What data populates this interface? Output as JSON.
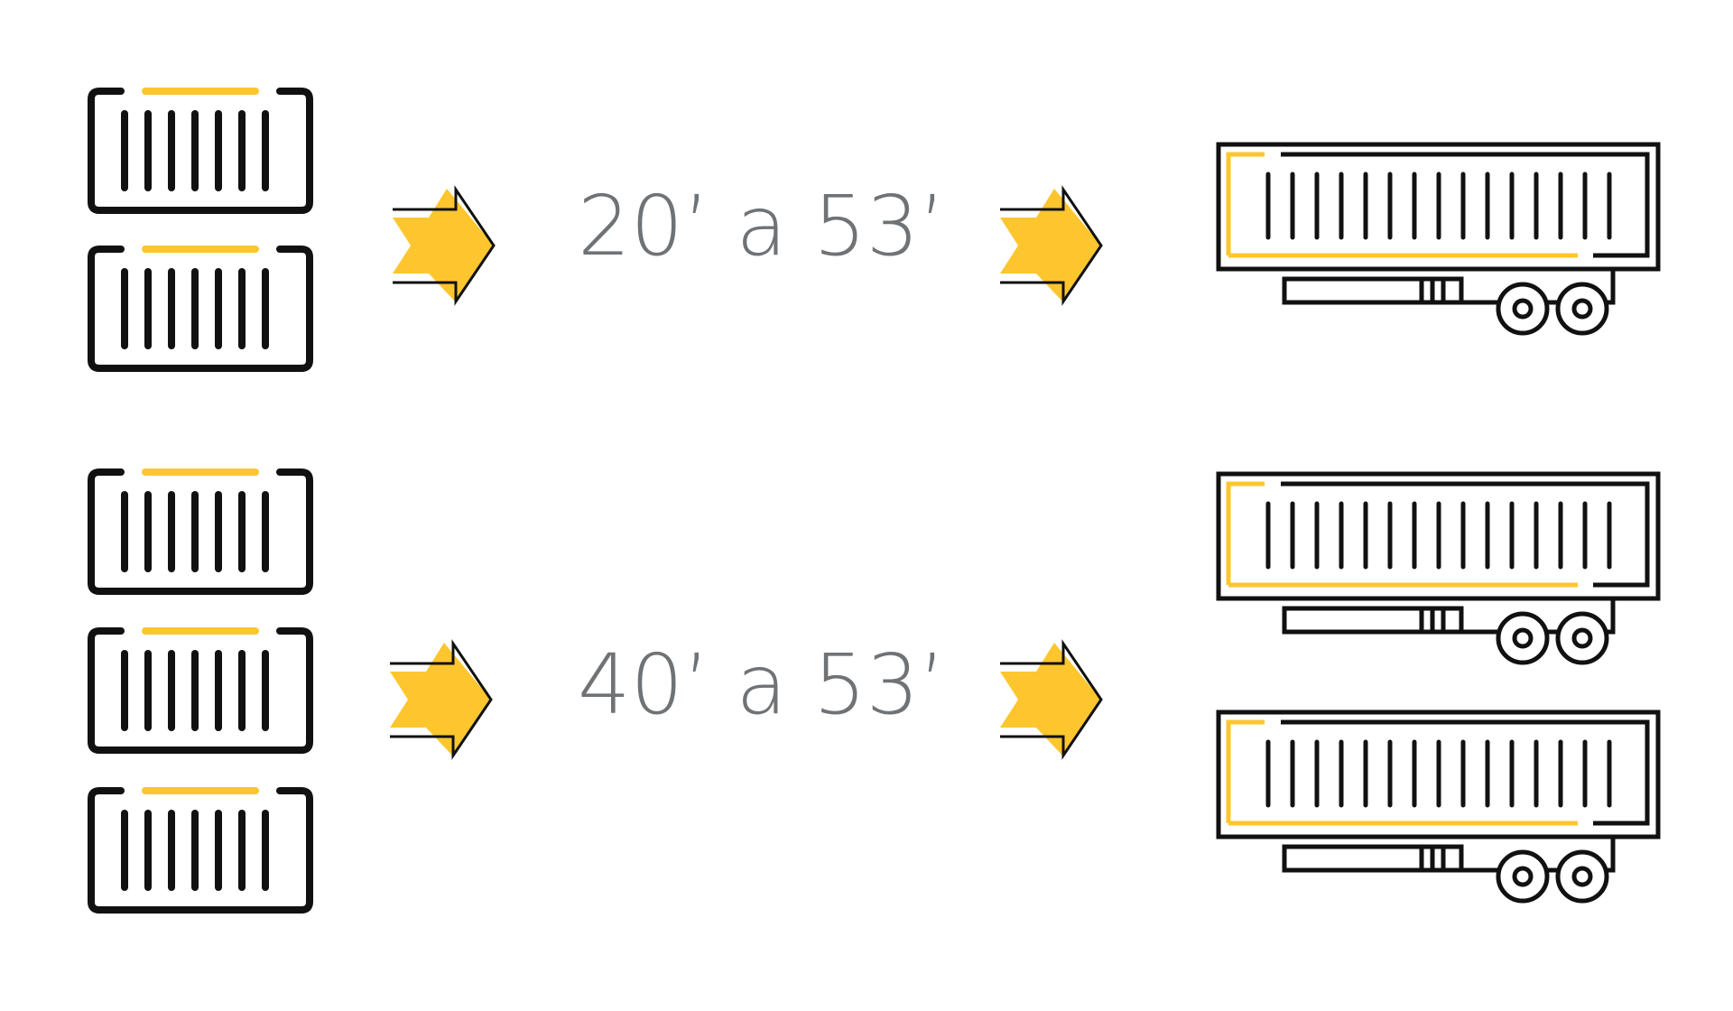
{
  "colors": {
    "stroke": "#111111",
    "accent": "#FDC62F",
    "text": "#6f7376",
    "background": "#ffffff"
  },
  "rows": [
    {
      "label": "20’ a 53’",
      "container_icon": "shipping-container-icon",
      "container_count": 2,
      "trailer_icon": "container-trailer-icon",
      "trailer_count": 1
    },
    {
      "label": "40’ a 53’",
      "container_icon": "shipping-container-icon",
      "container_count": 3,
      "trailer_icon": "container-trailer-icon",
      "trailer_count": 2
    }
  ]
}
